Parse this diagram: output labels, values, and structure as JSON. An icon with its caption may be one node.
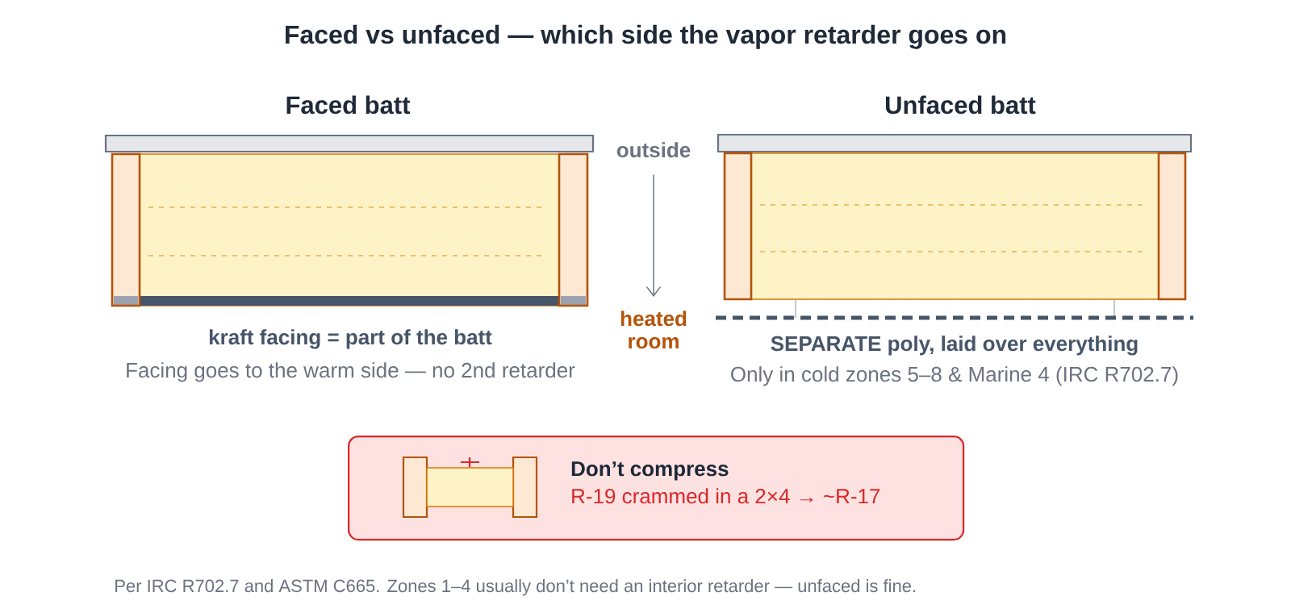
{
  "diagram": {
    "title": "Faced vs unfaced — which side the vapor retarder goes on",
    "nodes": [
      {
        "text": [
          "outside"
        ]
      },
      {
        "text": [
          "heated room"
        ]
      },
      {
        "text": [
          "Don’t compress",
          "R-19 crammed in a 2×4 → ~R-17"
        ]
      }
    ],
    "edges": [
      {
        "from": 0,
        "to": 1,
        "arrow": "to"
      }
    ],
    "labels": [
      "Faced batt",
      "Unfaced batt",
      "kraft facing = part of the batt",
      "Facing goes to the warm side — no 2nd retarder",
      "SEPARATE poly, laid over everything",
      "Only in cold zones 5–8 & Marine 4 (IRC R702.7)"
    ],
    "caption": "Per IRC R702.7 and ASTM C665. Zones 1–4 usually don’t need an interior retarder — unfaced is fine."
  }
}
